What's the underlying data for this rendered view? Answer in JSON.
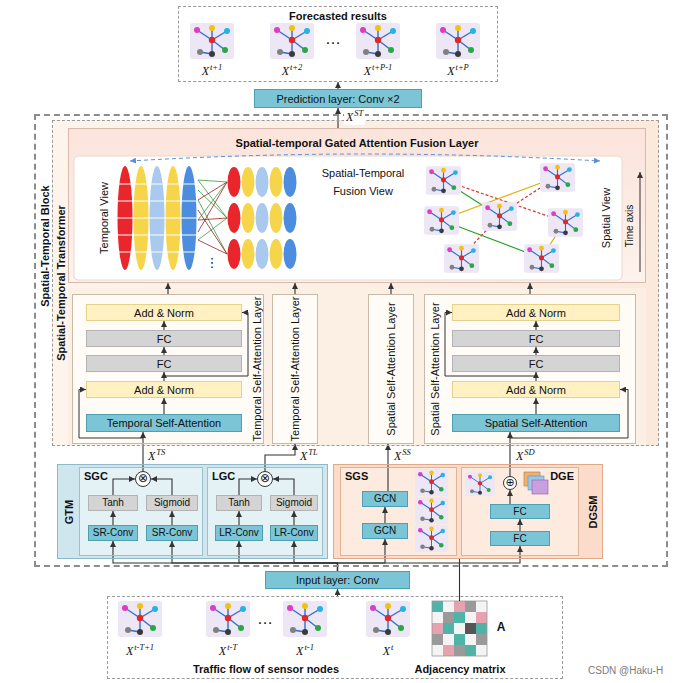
{
  "diagram": {
    "nodes": [
      {
        "text": [
          "Forecasted results"
        ]
      },
      {
        "text": [
          "Prediction layer: Conv ×2"
        ]
      },
      {
        "text": [
          "Spatial-Temporal Block"
        ]
      },
      {
        "text": [
          "Spatial-Temporal Transformer"
        ],
        "in": 2
      },
      {
        "text": [
          "Spatial-temporal Gated Attention Fusion Layer"
        ],
        "in": 3
      },
      {
        "text": [
          "Temporal Self-Attention Layer"
        ],
        "in": 3
      },
      {
        "text": [
          "Add & Norm"
        ],
        "in": 5
      },
      {
        "text": [
          "FC"
        ],
        "in": 5
      },
      {
        "text": [
          "FC"
        ],
        "in": 5
      },
      {
        "text": [
          "Add & Norm"
        ],
        "in": 5
      },
      {
        "text": [
          "Temporal Self-Attention"
        ],
        "in": 5
      },
      {
        "text": [
          "Temporal Self-Attention Layer"
        ],
        "in": 3
      },
      {
        "text": [
          "Spatial Self-Attention Layer"
        ],
        "in": 3
      },
      {
        "text": [
          "Spatial Self-Attention Layer"
        ],
        "in": 3
      },
      {
        "text": [
          "Add & Norm"
        ],
        "in": 13
      },
      {
        "text": [
          "FC"
        ],
        "in": 13
      },
      {
        "text": [
          "FC"
        ],
        "in": 13
      },
      {
        "text": [
          "Add & Norm"
        ],
        "in": 13
      },
      {
        "text": [
          "Spatial Self-Attention"
        ],
        "in": 13
      },
      {
        "text": [
          "GTM"
        ],
        "in": 2
      },
      {
        "text": [
          "SGC"
        ],
        "in": 19
      },
      {
        "text": [
          "⊗"
        ],
        "in": 20
      },
      {
        "text": [
          "Tanh"
        ],
        "in": 20
      },
      {
        "text": [
          "Sigmoid"
        ],
        "in": 20
      },
      {
        "text": [
          "SR-Conv"
        ],
        "in": 20
      },
      {
        "text": [
          "SR-Conv"
        ],
        "in": 20
      },
      {
        "text": [
          "LGC"
        ],
        "in": 19
      },
      {
        "text": [
          "⊗"
        ],
        "in": 26
      },
      {
        "text": [
          "Tanh"
        ],
        "in": 26
      },
      {
        "text": [
          "Sigmoid"
        ],
        "in": 26
      },
      {
        "text": [
          "LR-Conv"
        ],
        "in": 26
      },
      {
        "text": [
          "LR-Conv"
        ],
        "in": 26
      },
      {
        "text": [
          "DGSM"
        ],
        "in": 2
      },
      {
        "text": [
          "SGS"
        ],
        "in": 32
      },
      {
        "text": [
          "GCN"
        ],
        "in": 33
      },
      {
        "text": [
          "GCN"
        ],
        "in": 33
      },
      {
        "text": [
          "DGE"
        ],
        "in": 32
      },
      {
        "text": [
          "⊕"
        ],
        "in": 36
      },
      {
        "text": [
          "FC"
        ],
        "in": 36
      },
      {
        "text": [
          "FC"
        ],
        "in": 36
      },
      {
        "text": [
          "Input layer: Conv"
        ]
      },
      {
        "text": [
          "Traffic flow of sensor nodes"
        ]
      },
      {
        "text": [
          "A",
          "Adjacency matrix"
        ],
        "in": 41
      }
    ],
    "edges": [
      {
        "from": 1,
        "to": 0,
        "arrow": "to"
      },
      {
        "from": 4,
        "to": 1,
        "arrow": "to"
      },
      {
        "from": 5,
        "to": 4,
        "arrow": "to"
      },
      {
        "from": 11,
        "to": 4,
        "arrow": "to"
      },
      {
        "from": 12,
        "to": 4,
        "arrow": "to"
      },
      {
        "from": 13,
        "to": 4,
        "arrow": "to"
      },
      {
        "from": 10,
        "to": 9,
        "arrow": "to"
      },
      {
        "from": 9,
        "to": 8,
        "arrow": "to"
      },
      {
        "from": 8,
        "to": 7,
        "arrow": "to"
      },
      {
        "from": 7,
        "to": 6,
        "arrow": "to"
      },
      {
        "from": 18,
        "to": 17,
        "arrow": "to"
      },
      {
        "from": 17,
        "to": 16,
        "arrow": "to"
      },
      {
        "from": 16,
        "to": 15,
        "arrow": "to"
      },
      {
        "from": 15,
        "to": 14,
        "arrow": "to"
      },
      {
        "from": 21,
        "to": 10,
        "arrow": "to"
      },
      {
        "from": 27,
        "to": 11,
        "arrow": "to"
      },
      {
        "from": 34,
        "to": 12,
        "arrow": "to"
      },
      {
        "from": 37,
        "to": 18,
        "arrow": "to"
      },
      {
        "from": 22,
        "to": 21,
        "arrow": "to"
      },
      {
        "from": 23,
        "to": 21,
        "arrow": "to"
      },
      {
        "from": 24,
        "to": 22,
        "arrow": "to"
      },
      {
        "from": 25,
        "to": 23,
        "arrow": "to"
      },
      {
        "from": 28,
        "to": 27,
        "arrow": "to"
      },
      {
        "from": 29,
        "to": 27,
        "arrow": "to"
      },
      {
        "from": 30,
        "to": 28,
        "arrow": "to"
      },
      {
        "from": 31,
        "to": 29,
        "arrow": "to"
      },
      {
        "from": 35,
        "to": 34,
        "arrow": "to"
      },
      {
        "from": 39,
        "to": 38,
        "arrow": "to"
      },
      {
        "from": 38,
        "to": 37,
        "arrow": "to"
      },
      {
        "from": 40,
        "to": 24,
        "arrow": "to"
      },
      {
        "from": 40,
        "to": 25,
        "arrow": "to"
      },
      {
        "from": 40,
        "to": 30,
        "arrow": "to"
      },
      {
        "from": 40,
        "to": 31,
        "arrow": "to"
      },
      {
        "from": 40,
        "to": 35,
        "arrow": "to"
      },
      {
        "from": 40,
        "to": 39,
        "arrow": "to"
      },
      {
        "from": 41,
        "to": 40,
        "arrow": "to"
      },
      {
        "from": 42,
        "to": 32,
        "arrow": "none"
      }
    ],
    "labels": [
      "X",
      "t+1",
      "X",
      "t+2",
      "…",
      "X",
      "t+P-1",
      "X",
      "t+P",
      "X",
      "ST",
      "Temporal View",
      "Spatial-Temporal Fusion View",
      "Spatial View",
      "Time axis",
      "⋮",
      "X",
      "TS",
      "X",
      "TL",
      "X",
      "SS",
      "X",
      "SD",
      "X",
      "t-T+1",
      "X",
      "t-T",
      "…",
      "X",
      "t-1",
      "X",
      "t",
      "CSDN @Haku-H"
    ]
  }
}
